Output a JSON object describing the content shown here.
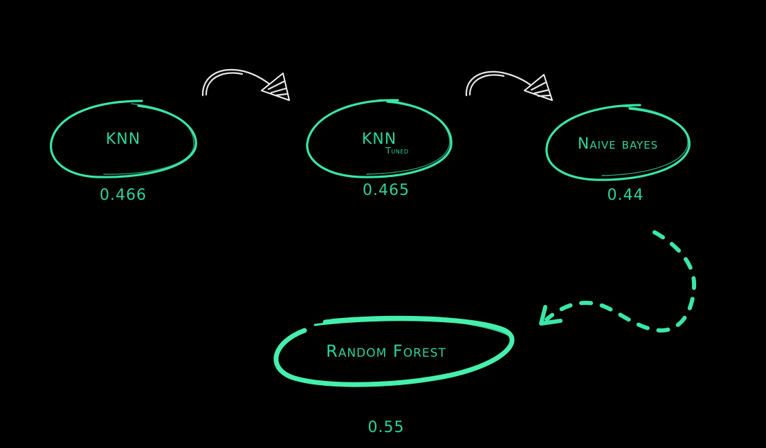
{
  "nodes": {
    "knn": {
      "label": "KNN",
      "score": "0.466"
    },
    "knn_tuned": {
      "label": "KNN",
      "sublabel": "Tuned",
      "score": "0.465"
    },
    "naive_bayes": {
      "label": "Naive bayes",
      "score": "0.44"
    },
    "random_forest": {
      "label": "Random Forest",
      "score": "0.55"
    }
  },
  "colors": {
    "background": "#000000",
    "accent": "#3be6a6",
    "arrow": "#e8e8e8"
  },
  "icons": {
    "arrow_1": "curved-arrow-icon",
    "arrow_2": "curved-arrow-icon",
    "arrow_3": "dashed-curved-arrow-icon"
  }
}
